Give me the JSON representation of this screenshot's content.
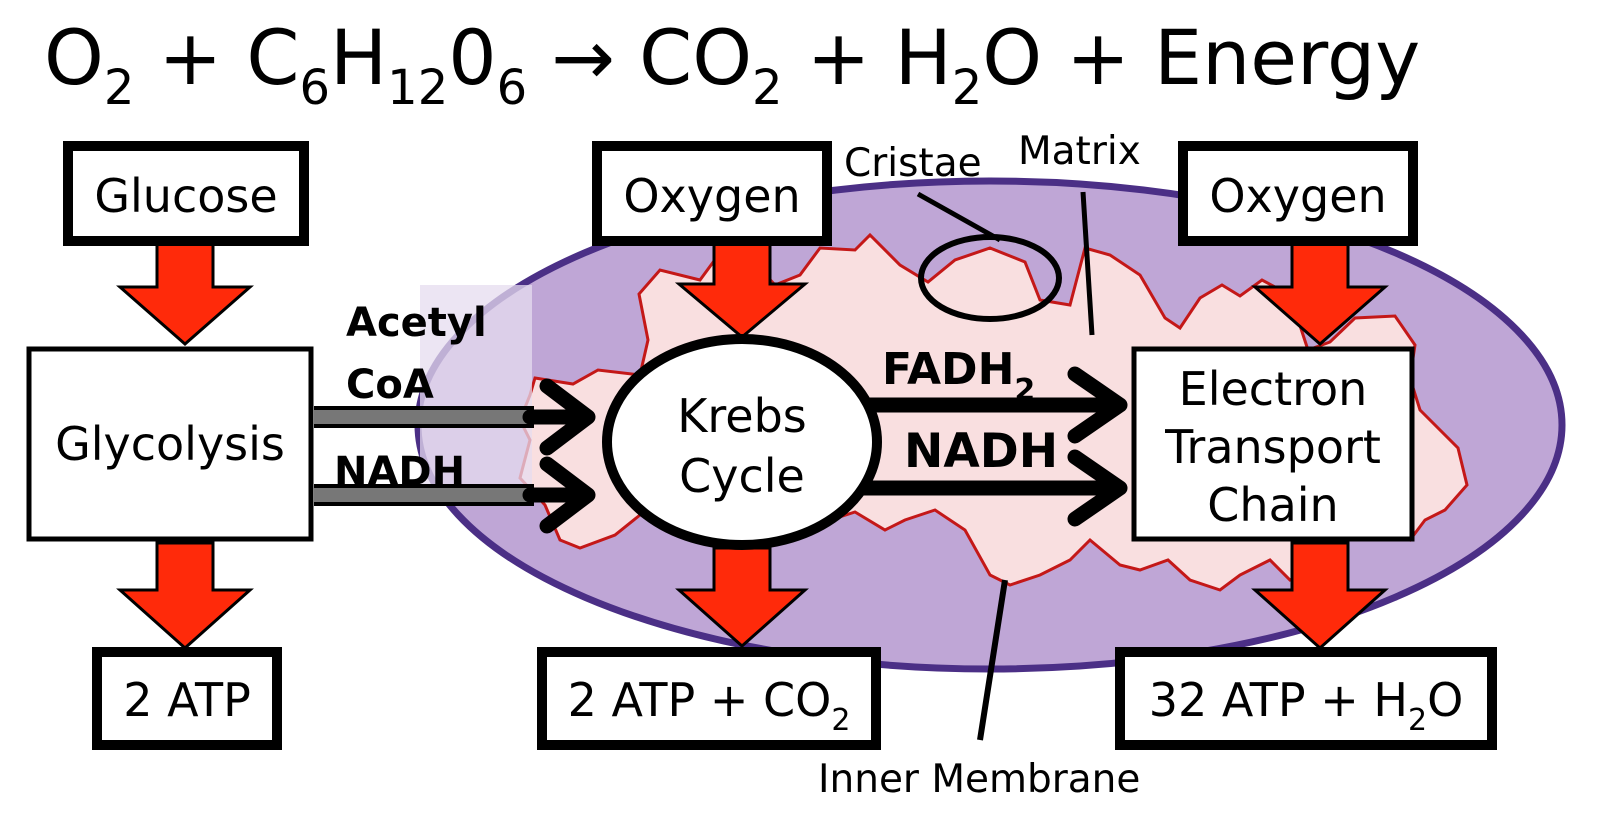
{
  "equation": {
    "o_letter": "O",
    "o_sub": "2",
    "plus1": " + ",
    "c_letter": "C",
    "c_sub": "6",
    "h_letter": "H",
    "h_sub": "12",
    "zero_letter": "0",
    "zero_sub": "6",
    "arrow": " → ",
    "co_letters": "CO",
    "co_sub": "2",
    "plus2": " + ",
    "h2o_h": "H",
    "h2o_sub": "2",
    "h2o_o": "O",
    "plus3": " + ",
    "energy": "Energy"
  },
  "boxes": {
    "glucose": "Glucose",
    "glycolysis": "Glycolysis",
    "atp_glycolysis": "2 ATP",
    "oxygen_krebs": "Oxygen",
    "krebs_line1": "Krebs",
    "krebs_line2": "Cycle",
    "atp_krebs_main": "2 ATP + CO",
    "atp_krebs_sub": "2",
    "oxygen_etc": "Oxygen",
    "etc_line1": "Electron",
    "etc_line2": "Transport",
    "etc_line3": "Chain",
    "atp_etc_main": "32 ATP + H",
    "atp_etc_sub": "2",
    "atp_etc_end": "O"
  },
  "labels": {
    "acetyl": "Acetyl",
    "coa": "CoA",
    "nadh_left": "NADH",
    "fadh_main": "FADH",
    "fadh_sub": "2",
    "nadh_right": "NADH",
    "cristae": "Cristae",
    "matrix": "Matrix",
    "inner_membrane": "Inner Membrane"
  },
  "colors": {
    "arrow_red": "#ff2a0a",
    "outer_membrane": "#4b2f86",
    "mito_fill": "#bfa6d6",
    "inner_fill": "#f9dfe0",
    "inner_stroke": "#c41818",
    "black": "#000000",
    "white": "#ffffff",
    "gray_tube": "#777777",
    "light_tube": "#e6dcef"
  }
}
